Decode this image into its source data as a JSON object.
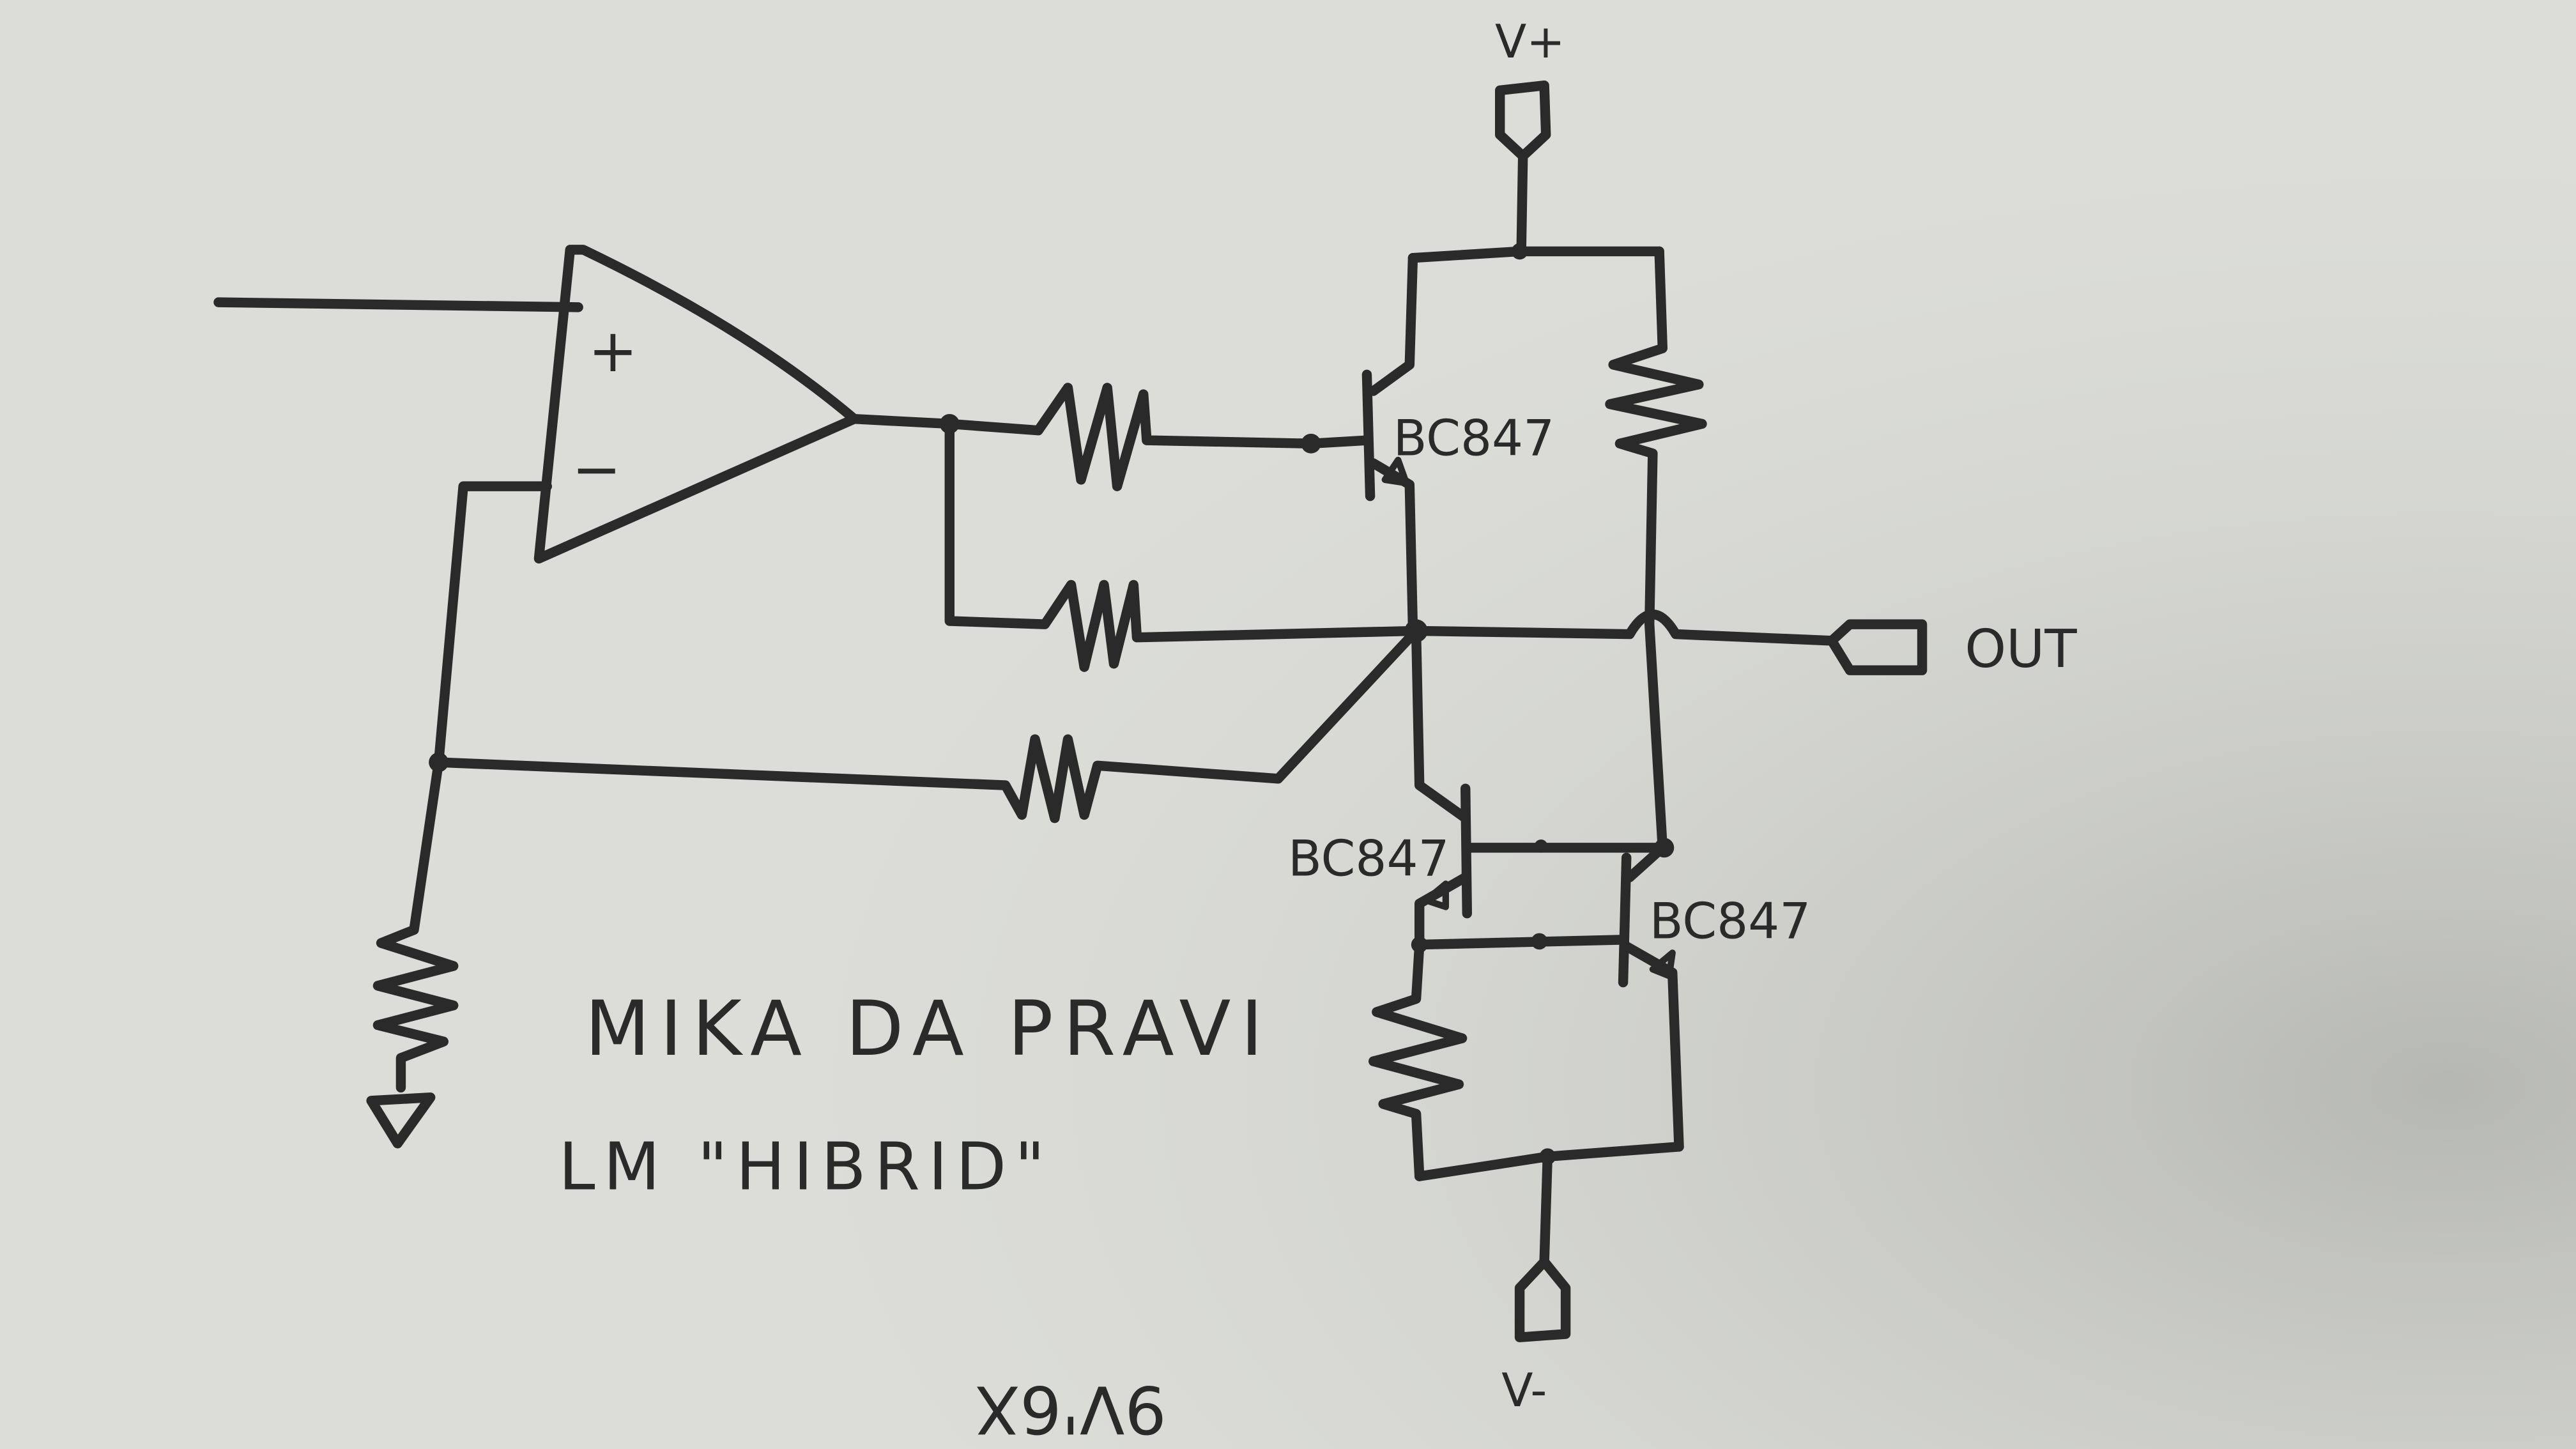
{
  "diagram": {
    "supply_pos_label": "V+",
    "supply_neg_label": "V-",
    "output_label": "OUT",
    "opamp_plus": "+",
    "opamp_minus": "−",
    "transistor_top_label": "BC847",
    "transistor_left_label": "BC847",
    "transistor_right_label": "BC847",
    "note_line1": "MIKA DA PRAVI",
    "note_line2": "LM \"HIBRID\"",
    "page_mark": "9V'6X"
  },
  "colors": {
    "paper": "#d9dad5",
    "ink": "#2a2a2a"
  }
}
